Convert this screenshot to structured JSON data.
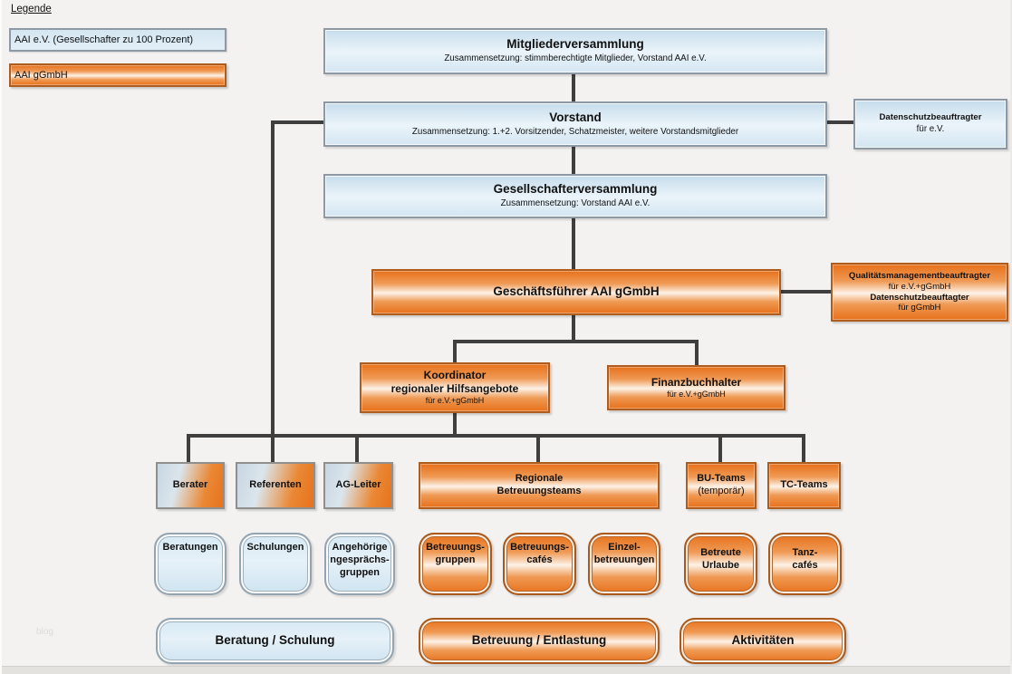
{
  "legend": {
    "title": "Legende",
    "items": [
      {
        "label": "AAI e.V. (Gesellschafter zu 100 Prozent)",
        "color": "#d9eaf5"
      },
      {
        "label": "AAI gGmbH",
        "color": "#e7721c"
      }
    ]
  },
  "colors": {
    "ev_blue": "#d9eaf5",
    "ggmbh_orange": "#e7721c",
    "connector": "#3f3f3f",
    "background": "#f3f2f0"
  },
  "nodes": {
    "mitgliederversammlung": {
      "title": "Mitgliederversammlung",
      "subtitle": "Zusammensetzung: stimmberechtigte Mitglieder, Vorstand AAI e.V."
    },
    "vorstand": {
      "title": "Vorstand",
      "subtitle": "Zusammensetzung: 1.+2. Vorsitzender, Schatzmeister, weitere Vorstandsmitglieder"
    },
    "datenschutz_ev": {
      "title": "Datenschutzbeauftragter",
      "subtitle": "für e.V."
    },
    "gesellschafterversammlung": {
      "title": "Gesellschafterversammlung",
      "subtitle": "Zusammensetzung: Vorstand AAI e.V."
    },
    "geschaeftsfuehrer": {
      "title": "Geschäftsführer AAI gGmbH"
    },
    "qm_datenschutz": {
      "line1": "Qualitätsmanagementbeauftragter",
      "line2": "für e.V.+gGmbH",
      "line3": "Datenschutzbeauftagter",
      "line4": "für gGmbH"
    },
    "koordinator": {
      "title_line1": "Koordinator",
      "title_line2": "regionaler Hilfsangebote",
      "subtitle": "für e.V.+gGmbH"
    },
    "finanzbuchhalter": {
      "title": "Finanzbuchhalter",
      "subtitle": "für e.V.+gGmbH"
    },
    "berater": {
      "title": "Berater"
    },
    "referenten": {
      "title": "Referenten"
    },
    "ag_leiter": {
      "title": "AG-Leiter"
    },
    "regionale_teams": {
      "line1": "Regionale",
      "line2": "Betreuungsteams"
    },
    "bu_teams": {
      "line1": "BU-Teams",
      "line2": "(temporär)"
    },
    "tc_teams": {
      "title": "TC-Teams"
    },
    "beratungen": {
      "title": "Beratungen"
    },
    "schulungen": {
      "title": "Schulungen"
    },
    "angehoerigengespraechsgruppen": {
      "line1": "Angehörige",
      "line2": "ngesprächs-",
      "line3": "gruppen"
    },
    "betreuungsgruppen": {
      "line1": "Betreuungs-",
      "line2": "gruppen"
    },
    "betreuungscafes": {
      "line1": "Betreuungs-",
      "line2": "cafés"
    },
    "einzelbetreuungen": {
      "line1": "Einzel-",
      "line2": "betreuungen"
    },
    "betreute_urlaube": {
      "line1": "Betreute",
      "line2": "Urlaube"
    },
    "tanzcafes": {
      "line1": "Tanz-",
      "line2": "cafés"
    },
    "beratung_schulung": {
      "title": "Beratung / Schulung"
    },
    "betreuung_entlastung": {
      "title": "Betreuung / Entlastung"
    },
    "aktivitaeten": {
      "title": "Aktivitäten"
    }
  },
  "watermark": "blog"
}
